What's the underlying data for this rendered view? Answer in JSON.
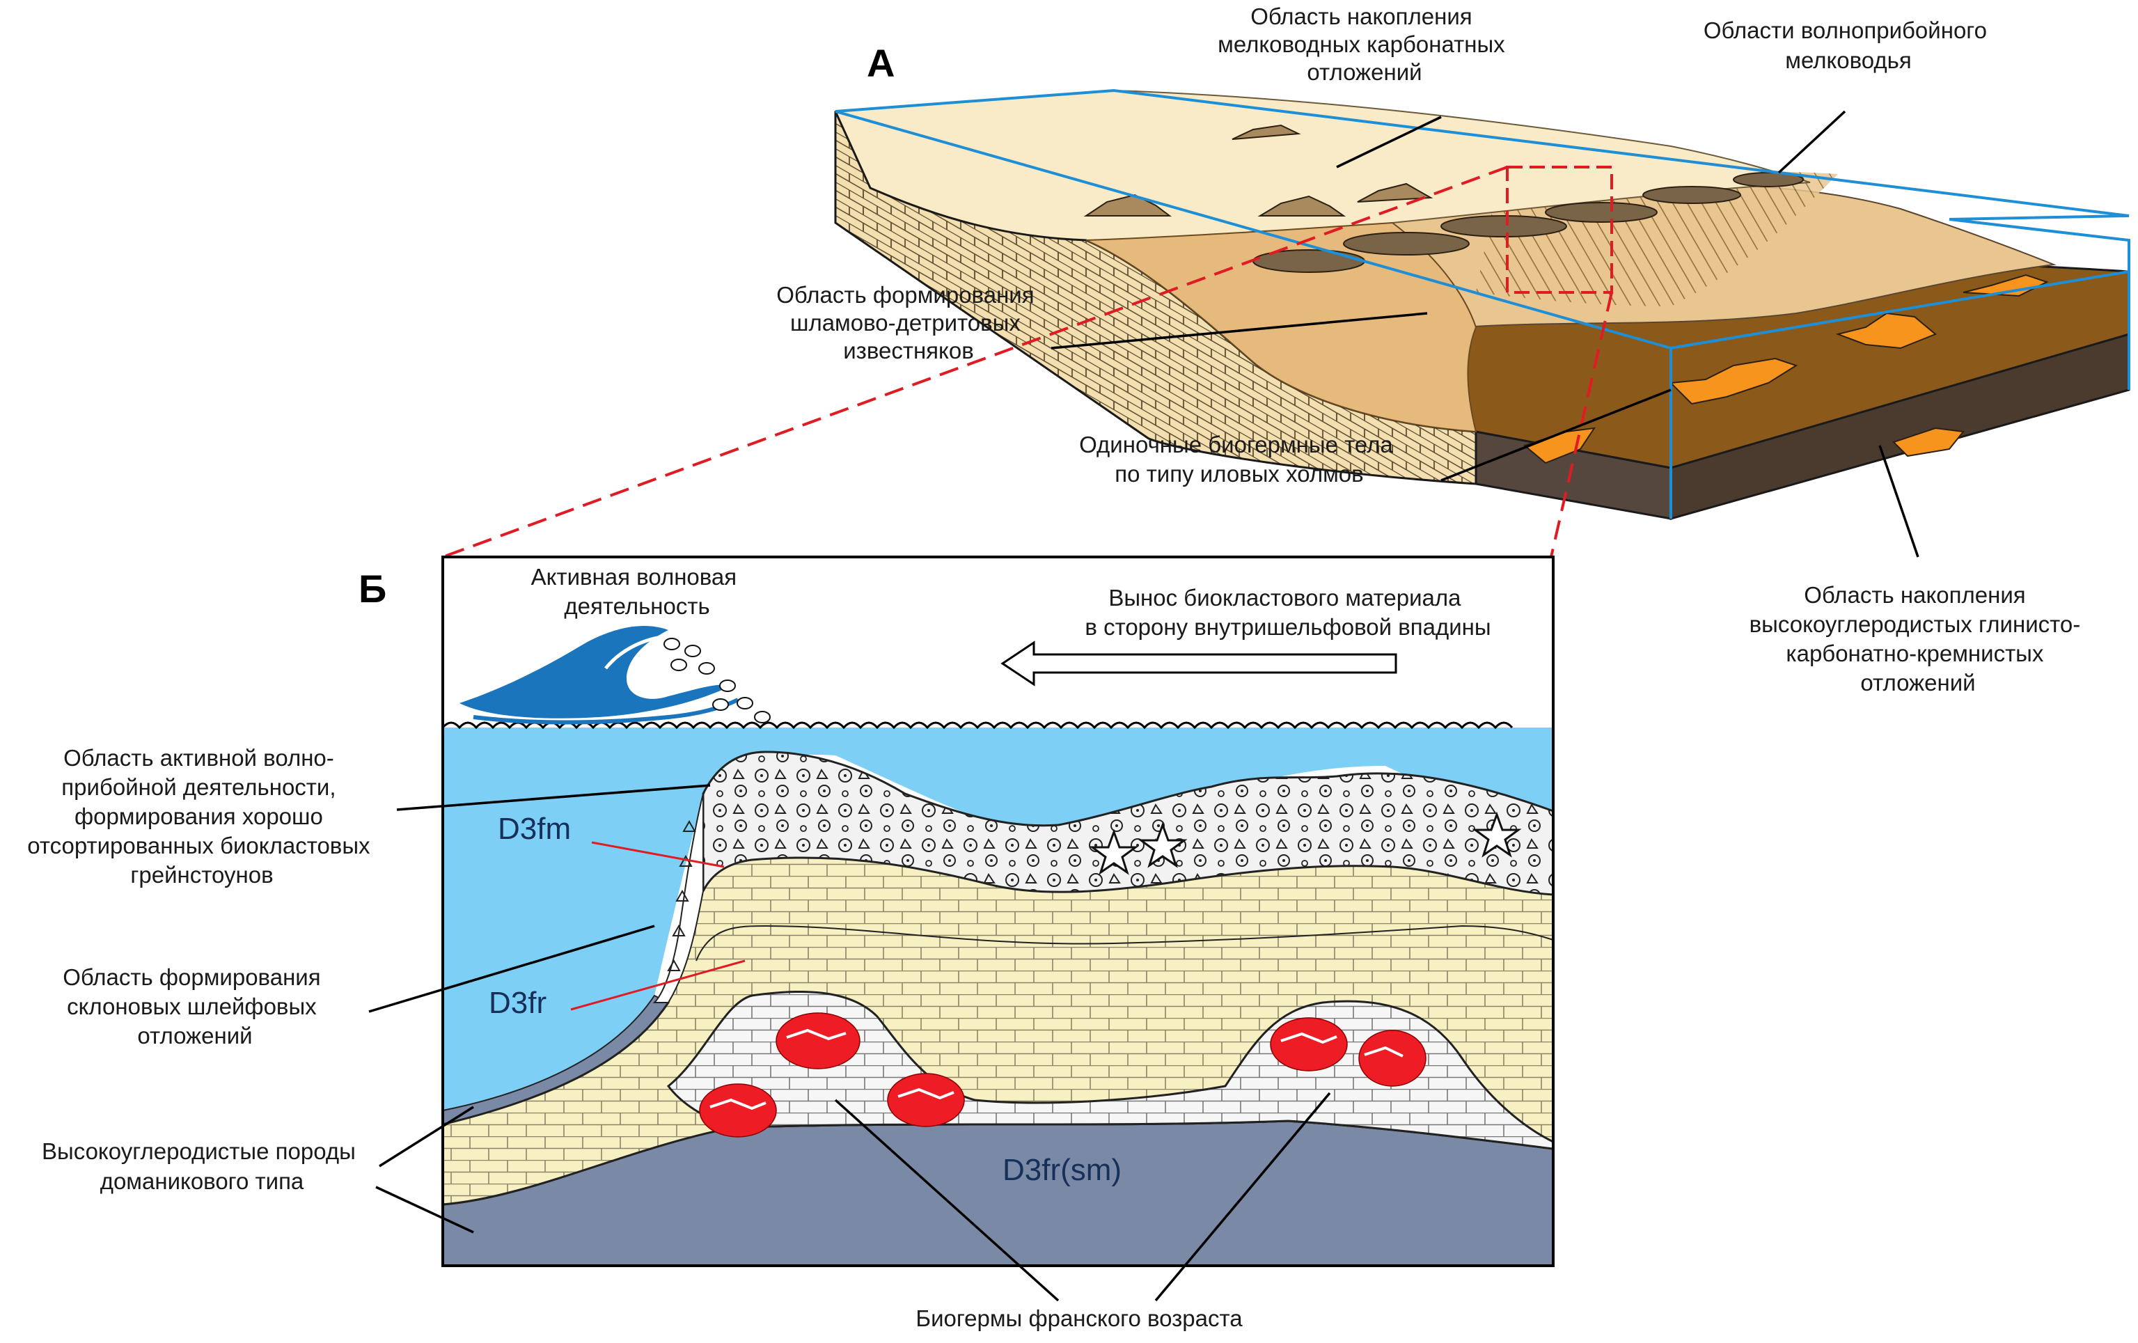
{
  "panels": {
    "a": "А",
    "b": "Б"
  },
  "top_block": {
    "shallow_carbonate": [
      "Область накопления",
      "мелководных карбонатных",
      "отложений"
    ],
    "surf_shallows": [
      "Области волноприбойного",
      "мелководья"
    ],
    "sludge_detrital": [
      "Область формирования",
      "шламово-детритовых",
      "известняков"
    ],
    "mud_mounds": [
      "Одиночные биогермные тела",
      "по типу иловых холмов"
    ],
    "high_carbon": [
      "Область накопления",
      "высокоуглеродистых глинисто-",
      "карбонатно-кремнистых",
      "отложений"
    ]
  },
  "section": {
    "wave_activity": [
      "Активная волновая",
      "деятельность"
    ],
    "transport": [
      "Вынос биокластового материала",
      "в сторону внутришельфовой впадины"
    ],
    "grainstone_zone": [
      "Область активной волно-",
      "прибойной деятельности,",
      "формирования хорошо",
      "отсортированных биокластовых",
      "грейнстоунов"
    ],
    "slope_zone": [
      "Область формирования",
      "склоновых шлейфовых",
      "отложений"
    ],
    "domanik": [
      "Высокоуглеродистые породы",
      "доманикового типа"
    ],
    "bioherms": "Биогермы франского возраста",
    "strat_fm": "D3fm",
    "strat_fr": "D3fr",
    "strat_sm": "D3fr(sm)"
  },
  "colors": {
    "block_outline": "#1e8fd6",
    "water": "#7dcff5",
    "limestone": "#f7f0c2",
    "domanik": "#7a8aa6",
    "bioherm_red": "#ee1c25",
    "wave_blue": "#1b75bc",
    "basin_brown": "#8b5a1b",
    "orange_mound": "#f7941d"
  }
}
